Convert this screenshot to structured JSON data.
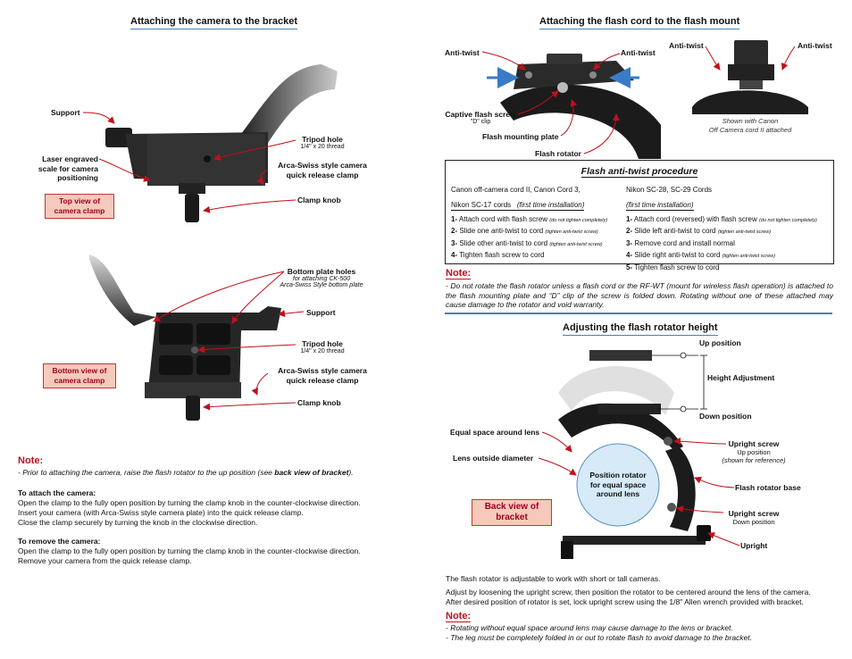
{
  "left": {
    "section1_title": "Attaching the camera to the bracket",
    "top_view": {
      "support": "Support",
      "laser": "Laser engraved\nscale for camera\npositioning",
      "tripod": "Tripod hole",
      "tripod_sub": "1/4\" x 20 thread",
      "arca": "Arca-Swiss style camera\nquick release clamp",
      "clamp": "Clamp knob",
      "box": "Top view of\ncamera clamp"
    },
    "bottom_view": {
      "plate_holes": "Bottom plate holes",
      "plate_sub1": "for attaching CK-500",
      "plate_sub2": "Arca-Swiss Style bottom plate",
      "support": "Support",
      "tripod": "Tripod hole",
      "tripod_sub": "1/4\" x 20 thread",
      "arca": "Arca-Swiss style camera\nquick release clamp",
      "clamp": "Clamp knob",
      "box": "Bottom view of\ncamera clamp"
    },
    "note": {
      "title": "Note:",
      "line_pre": "- Prior to attaching the camera, raise the flash rotator to the up position (see ",
      "line_bold": "back view of bracket",
      "line_post": ").",
      "attach_title": "To attach the camera:",
      "attach_1": "Open the clamp to the fully open position by turning the clamp knob in the counter-clockwise direction.",
      "attach_2": "Insert your camera (with Arca-Swiss style camera plate) into the quick release clamp.",
      "attach_3": "Close the clamp securely by turning the knob in the clockwise direction.",
      "remove_title": "To remove the camera:",
      "remove_1": "Open the clamp to the fully open position by turning the clamp knob in the counter-clockwise direction.",
      "remove_2": "Remove your camera from the quick release clamp."
    }
  },
  "right": {
    "section2_title": "Attaching the flash cord to the flash mount",
    "mount": {
      "anti_twist_l": "Anti-twist",
      "anti_twist_r": "Anti-twist",
      "captive": "Captive flash screw",
      "captive_sub": "\"D\" clip",
      "plate": "Flash mounting plate",
      "rotator": "Flash rotator",
      "anti_twist_l2": "Anti-twist",
      "anti_twist_r2": "Anti-twist",
      "shown1": "Shown with Canon",
      "shown2": "Off Camera cord II attached"
    },
    "procedure": {
      "title": "Flash anti-twist procedure",
      "left_h1": "Canon off-camera cord II, Canon Cord 3,",
      "left_h2": "Nikon SC-17 cords",
      "left_h2i": "(first time installation)",
      "left_steps": [
        {
          "n": "1-",
          "t": "Attach cord with flash screw",
          "s": "(do not tighten completely)"
        },
        {
          "n": "2-",
          "t": "Slide one anti-twist to cord",
          "s": "(tighten anti-twist screw)"
        },
        {
          "n": "3-",
          "t": "Slide other anti-twist to cord",
          "s": "(tighten anti-twist screw)"
        },
        {
          "n": "4-",
          "t": "Tighten flash screw to cord",
          "s": ""
        }
      ],
      "right_h1": "Nikon SC-28, SC-29 Cords",
      "right_h2i": "(first time installation)",
      "right_steps": [
        {
          "n": "1-",
          "t": "Attach cord (reversed) with flash screw",
          "s": "(do not tighten completely)"
        },
        {
          "n": "2-",
          "t": "Slide left anti-twist to cord",
          "s": "(tighten anti-twist screw)"
        },
        {
          "n": "3-",
          "t": "Remove cord and install normal",
          "s": ""
        },
        {
          "n": "4-",
          "t": "Slide right anti-twist to cord",
          "s": "(tighten anti-twist screw)"
        },
        {
          "n": "5-",
          "t": "Tighten flash screw to cord",
          "s": ""
        }
      ]
    },
    "note2": {
      "title": "Note:",
      "text": "- Do not rotate the flash rotator unless a flash cord or the RF-WT (mount for wireless flash operation) is attached to the flash mounting plate and “D” clip of the screw is folded down.  Rotating without one of these attached  may cause damage to the rotator and void warranty."
    },
    "section3_title": "Adjusting the flash rotator height",
    "height": {
      "up": "Up position",
      "adj": "Height Adjustment",
      "down": "Down position",
      "equal": "Equal space around lens",
      "outside": "Lens outside diameter",
      "circle": "Position rotator\nfor equal space\naround lens",
      "upright_screw1": "Upright screw",
      "upright_screw1_sub1": "Up position",
      "upright_screw1_sub2": "(shown for reference)",
      "base": "Flash rotator base",
      "upright_screw2": "Upright screw",
      "upright_screw2_sub": "Down position",
      "upright": "Upright",
      "box": "Back view of\nbracket"
    },
    "para1": "The flash rotator is adjustable to work with short or tall cameras.",
    "para2a": "Adjust by loosening the upright screw, then position the rotator to be centered around the lens of the camera.",
    "para2b": "After desired position of rotator is set, lock upright screw using the 1/8\" Allen wrench provided with bracket.",
    "note3": {
      "title": "Note:",
      "l1": "- Rotating without equal space around lens may cause damage to the lens or bracket.",
      "l2": "- The leg must be completely folded in or out to rotate flash to avoid damage to the bracket."
    }
  },
  "colors": {
    "accent": "#4a7fb5",
    "red": "#c0101a",
    "box_fill": "#f6c9bd",
    "circle_fill": "#d6eaf8"
  }
}
